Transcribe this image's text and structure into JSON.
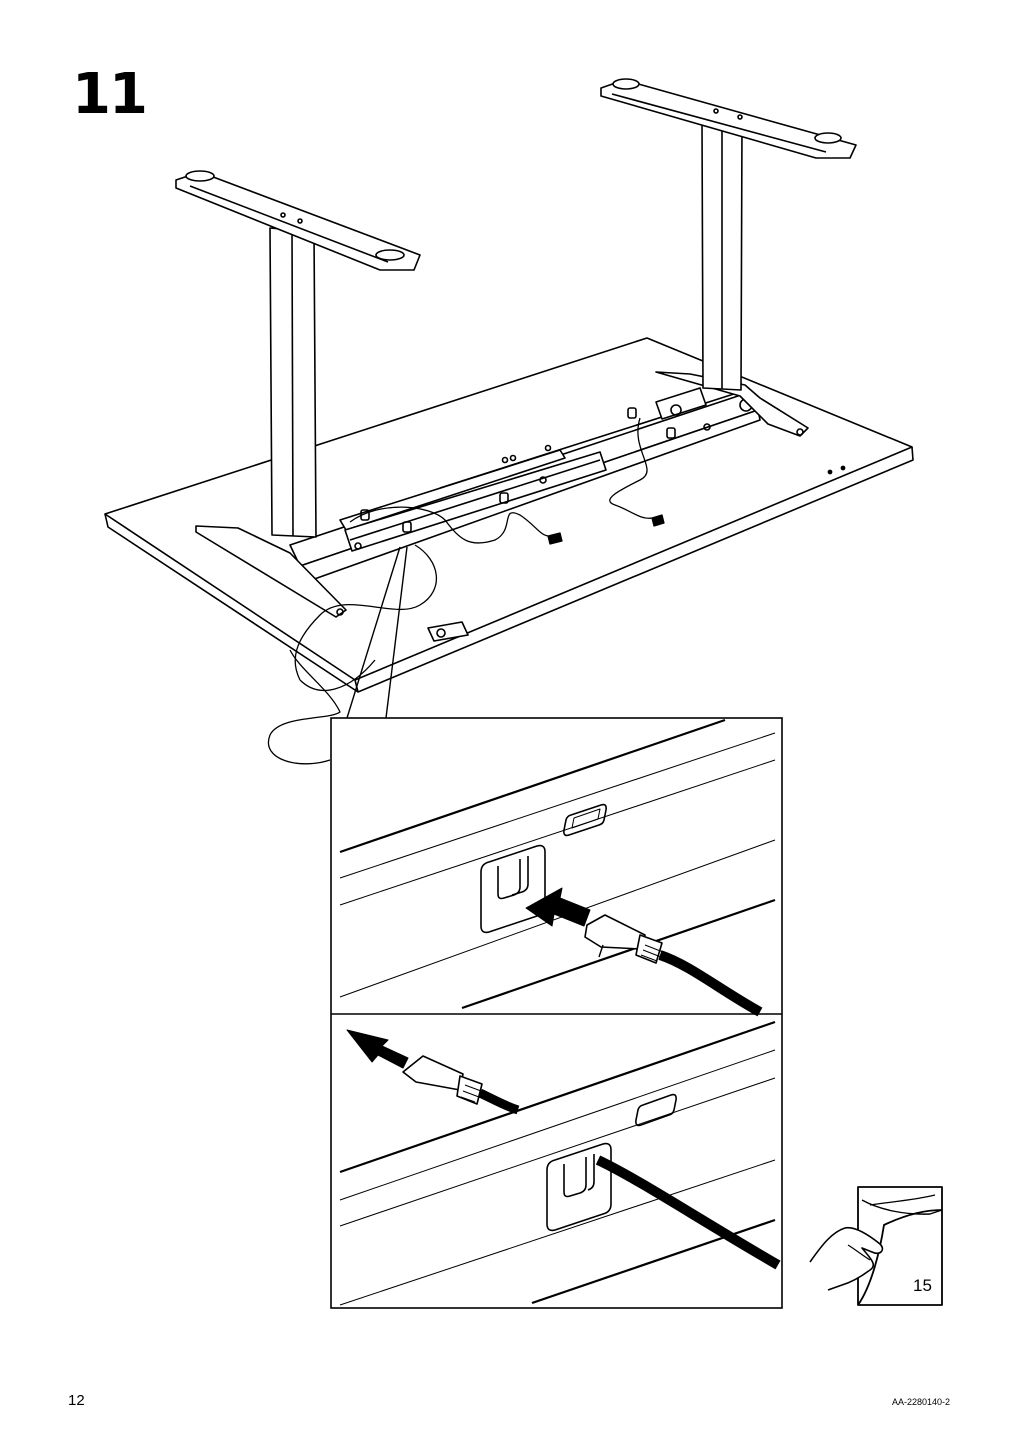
{
  "step": {
    "number": "11"
  },
  "footer": {
    "page_number": "12",
    "document_code": "AA-2280140-2"
  },
  "page_reference": {
    "label": "15"
  },
  "colors": {
    "ink": "#000000",
    "paper": "#ffffff",
    "panel_border": "#000000"
  }
}
